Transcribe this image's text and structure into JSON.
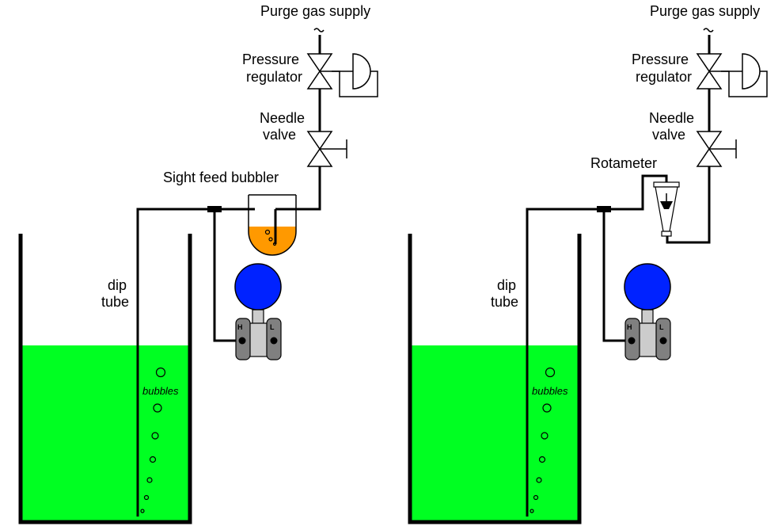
{
  "labels": {
    "purge_gas_supply": "Purge gas supply",
    "pressure": "Pressure",
    "regulator": "regulator",
    "needle": "Needle",
    "valve": "valve",
    "sight_feed_bubbler": "Sight feed bubbler",
    "rotameter": "Rotameter",
    "dip": "dip",
    "tube": "tube",
    "bubbles": "bubbles",
    "port_high": "H",
    "port_low": "L"
  },
  "colors": {
    "liquid": "#00ff22",
    "bubbler_fluid": "#ff9900",
    "gauge_face": "#0022ff",
    "transmitter_body": "#cccccc",
    "transmitter_flange": "#808080"
  }
}
